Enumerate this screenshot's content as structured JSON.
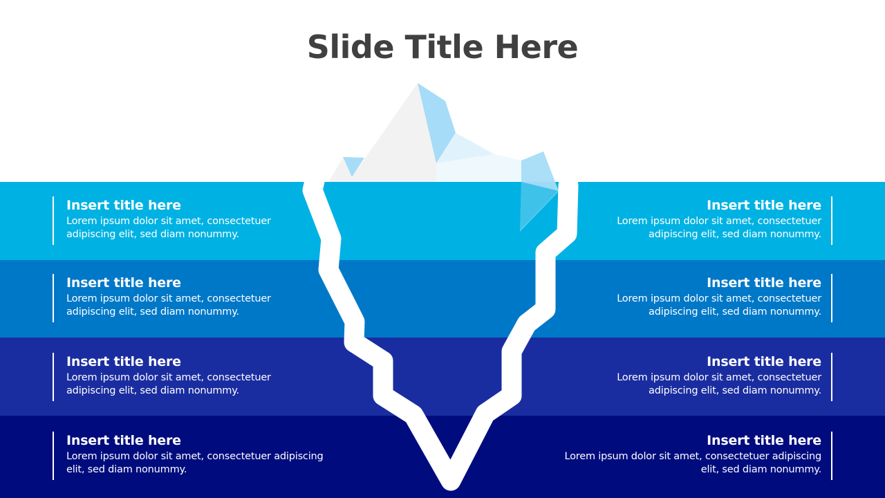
{
  "slide": {
    "title": "Slide Title Here"
  },
  "colors": {
    "title_text": "#404040",
    "band_1": "#00b2e3",
    "band_2": "#0078c8",
    "band_3": "#1a2da0",
    "band_4": "#000c7e",
    "iceberg_outline": "#ffffff",
    "ice_white": "#f2f2f2",
    "ice_light_blue": "#a6dcf7",
    "ice_pale_blue": "#e0f3fc",
    "ice_faint_blue": "#eef8fd"
  },
  "layers": [
    {
      "left": {
        "title": "Insert title here",
        "body": "Lorem ipsum dolor sit amet, consectetuer adipiscing elit, sed diam nonummy."
      },
      "right": {
        "title": "Insert title here",
        "body": "Lorem ipsum dolor sit amet, consectetuer adipiscing elit, sed diam nonummy."
      }
    },
    {
      "left": {
        "title": "Insert title here",
        "body": "Lorem ipsum dolor sit amet, consectetuer adipiscing elit, sed diam nonummy."
      },
      "right": {
        "title": "Insert title here",
        "body": "Lorem ipsum dolor sit amet, consectetuer adipiscing elit, sed diam nonummy."
      }
    },
    {
      "left": {
        "title": "Insert title here",
        "body": "Lorem ipsum dolor sit amet, consectetuer adipiscing elit, sed diam nonummy."
      },
      "right": {
        "title": "Insert title here",
        "body": "Lorem ipsum dolor sit amet, consectetuer adipiscing elit, sed diam nonummy."
      }
    },
    {
      "left": {
        "title": "Insert title here",
        "body": "Lorem ipsum dolor sit amet, consectetuer adipiscing elit, sed diam nonummy."
      },
      "right": {
        "title": "Insert title here",
        "body": "Lorem ipsum dolor sit amet, consectetuer adipiscing elit, sed diam nonummy."
      }
    }
  ]
}
